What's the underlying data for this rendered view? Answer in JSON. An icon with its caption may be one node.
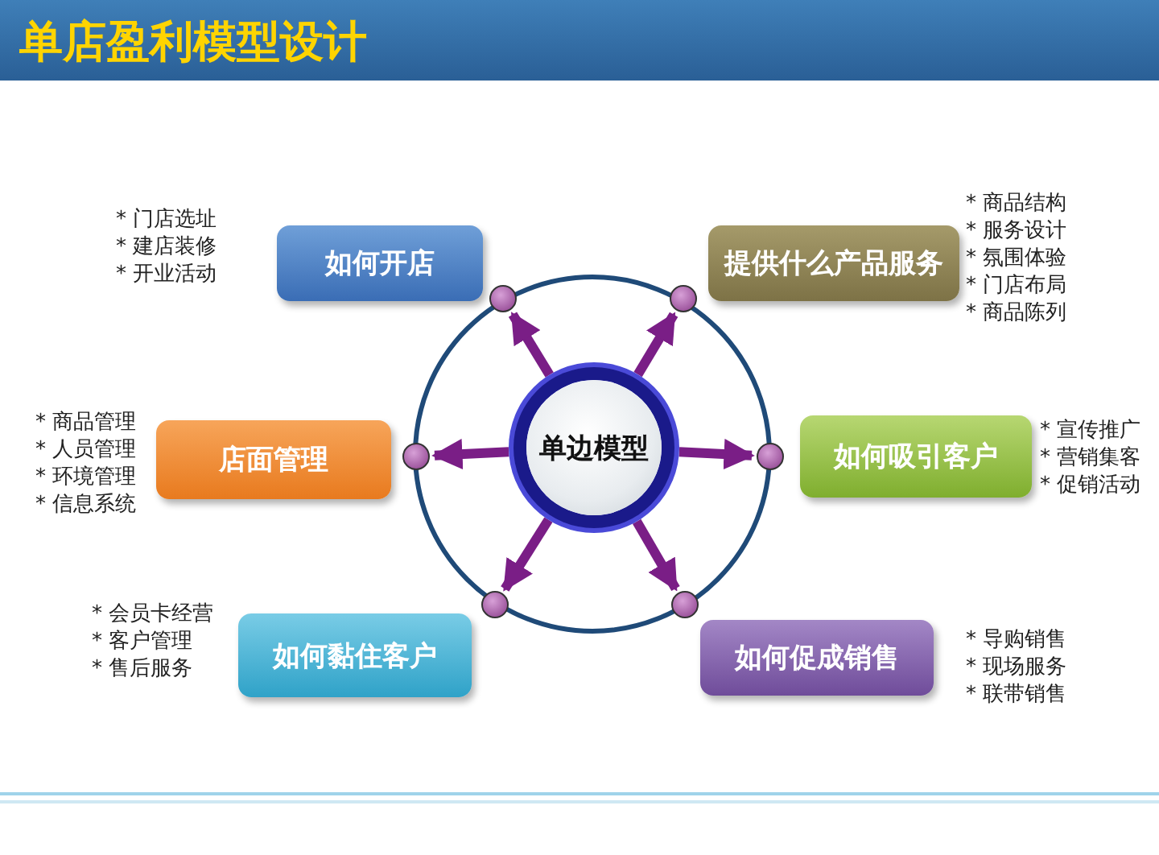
{
  "diagram": {
    "title": "单店盈利模型设计",
    "nodes": [
      {
        "text": [
          "如何开店"
        ],
        "beside": [
          "* 门店选址",
          "* 建店装修",
          "* 开业活动"
        ]
      },
      {
        "text": [
          "提供什么产品服务"
        ],
        "beside": [
          "* 商品结构",
          "* 服务设计",
          "* 氛围体验",
          "* 门店布局",
          "* 商品陈列"
        ]
      },
      {
        "text": [
          "店面管理"
        ],
        "beside": [
          "* 商品管理",
          "* 人员管理",
          "* 环境管理",
          "* 信息系统"
        ]
      },
      {
        "text": [
          "单边模型"
        ]
      },
      {
        "text": [
          "如何吸引客户"
        ],
        "beside": [
          "* 宣传推广",
          "* 营销集客",
          "* 促销活动"
        ]
      },
      {
        "text": [
          "如何黏住客户"
        ],
        "beside": [
          "* 会员卡经营",
          "* 客户管理",
          "* 售后服务"
        ]
      },
      {
        "text": [
          "如何促成销售"
        ],
        "beside": [
          "* 导购销售",
          "* 现场服务",
          "* 联带销售"
        ]
      },
      {
        "text": [],
        "shape": "circle"
      },
      {
        "text": [],
        "shape": "circle"
      },
      {
        "text": [],
        "shape": "circle"
      },
      {
        "text": [],
        "shape": "circle"
      },
      {
        "text": [],
        "shape": "circle"
      },
      {
        "text": [],
        "shape": "circle"
      }
    ],
    "edges": [
      {
        "from": 3,
        "to": 7,
        "arrow": "to"
      },
      {
        "from": 3,
        "to": 8,
        "arrow": "to"
      },
      {
        "from": 3,
        "to": 9,
        "arrow": "to"
      },
      {
        "from": 3,
        "to": 10,
        "arrow": "to"
      },
      {
        "from": 3,
        "to": 11,
        "arrow": "to"
      },
      {
        "from": 3,
        "to": 12,
        "arrow": "to"
      }
    ]
  }
}
